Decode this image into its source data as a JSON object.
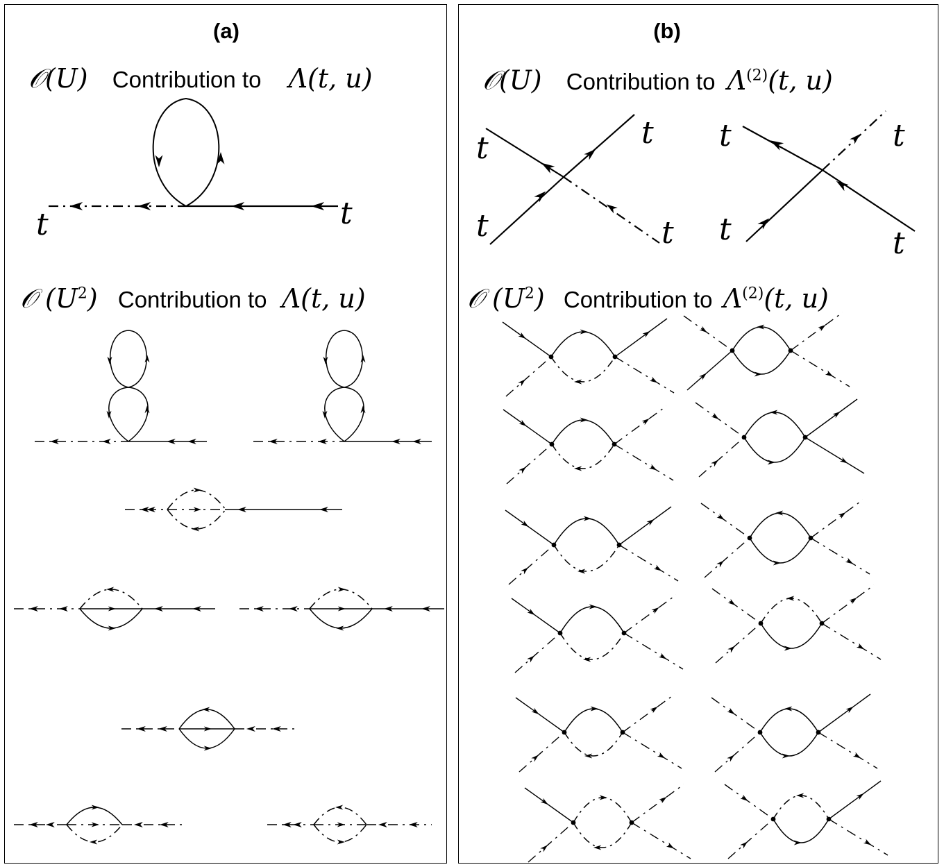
{
  "panels": {
    "a": {
      "label": "(a)",
      "heading_first": {
        "order": "𝒪(U)",
        "text": "Contribution to",
        "quantity": "Λ(t, u)"
      },
      "heading_second": {
        "order": "𝒪 (U",
        "order_sup": "2",
        "order_close": ")",
        "text": "Contribution to",
        "quantity": "Λ(t, u)"
      }
    },
    "b": {
      "label": "(b)",
      "heading_first": {
        "order": "𝒪(U)",
        "text": "Contribution to",
        "quantity": "Λ",
        "quantity_sup": "(2)",
        "quantity_args": "(t, u)"
      },
      "heading_second": {
        "order": "𝒪 (U",
        "order_sup": "2",
        "order_close": ")",
        "text": "Contribution to",
        "quantity": "Λ",
        "quantity_sup": "(2)",
        "quantity_args": "(t, u)"
      }
    }
  },
  "line_labels": {
    "t": "t"
  },
  "colors": {
    "ink": "#000000",
    "background": "#ffffff"
  }
}
